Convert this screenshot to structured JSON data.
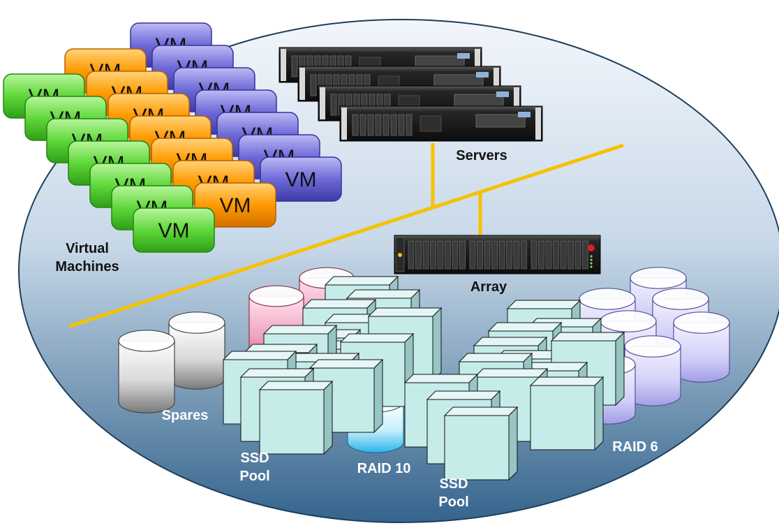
{
  "colors": {
    "background": "#ffffff",
    "ellipse_top": "#e6eef6",
    "ellipse_bottom": "#3a6a92",
    "ellipse_stroke": "#1d3e5c",
    "connector": "#f6c200",
    "vm_green": "#5fd83a",
    "vm_orange": "#ff9a00",
    "vm_purple": "#6d6ad8",
    "ssd_face": "#c6ecea",
    "disk_gray": "#9a9a9a",
    "disk_pink": "#e87aa0",
    "disk_cyan": "#3fc0f0",
    "disk_lavender": "#b4b0ee",
    "server_body": "#1c1c1c"
  },
  "icons": {
    "vm": "vm-box-icon",
    "server": "rack-server-icon",
    "array": "storage-array-icon",
    "disk": "disk-cylinder-icon",
    "ssd": "ssd-cube-icon"
  },
  "vm_label": "VM",
  "labels": {
    "virtual_machines": [
      "Virtual",
      "Machines"
    ],
    "servers": "Servers",
    "array": "Array",
    "spares": "Spares",
    "ssd_pool_left": [
      "SSD",
      "Pool"
    ],
    "raid10": "RAID 10",
    "ssd_pool_right": [
      "SSD",
      "Pool"
    ],
    "raid6": "RAID 6"
  }
}
